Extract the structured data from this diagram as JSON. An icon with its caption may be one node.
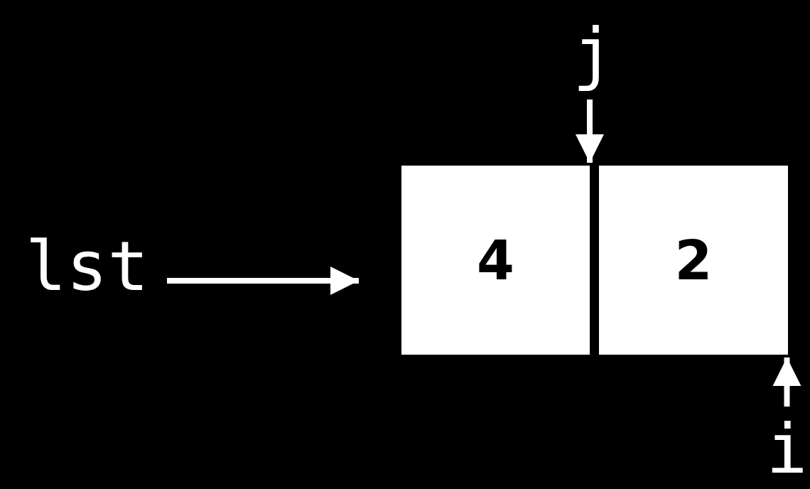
{
  "diagram": {
    "nodes": [
      {
        "text": [
          "lst"
        ]
      },
      {
        "text": [
          "4"
        ]
      },
      {
        "text": [
          "2"
        ]
      },
      {
        "text": [
          "j"
        ]
      },
      {
        "text": [
          "i"
        ]
      }
    ],
    "edges": [
      {
        "from": 0,
        "to": 1,
        "arrow": "to"
      },
      {
        "from": 3,
        "to": 1,
        "arrow": "to"
      },
      {
        "from": 4,
        "to": 2,
        "arrow": "to"
      }
    ]
  }
}
